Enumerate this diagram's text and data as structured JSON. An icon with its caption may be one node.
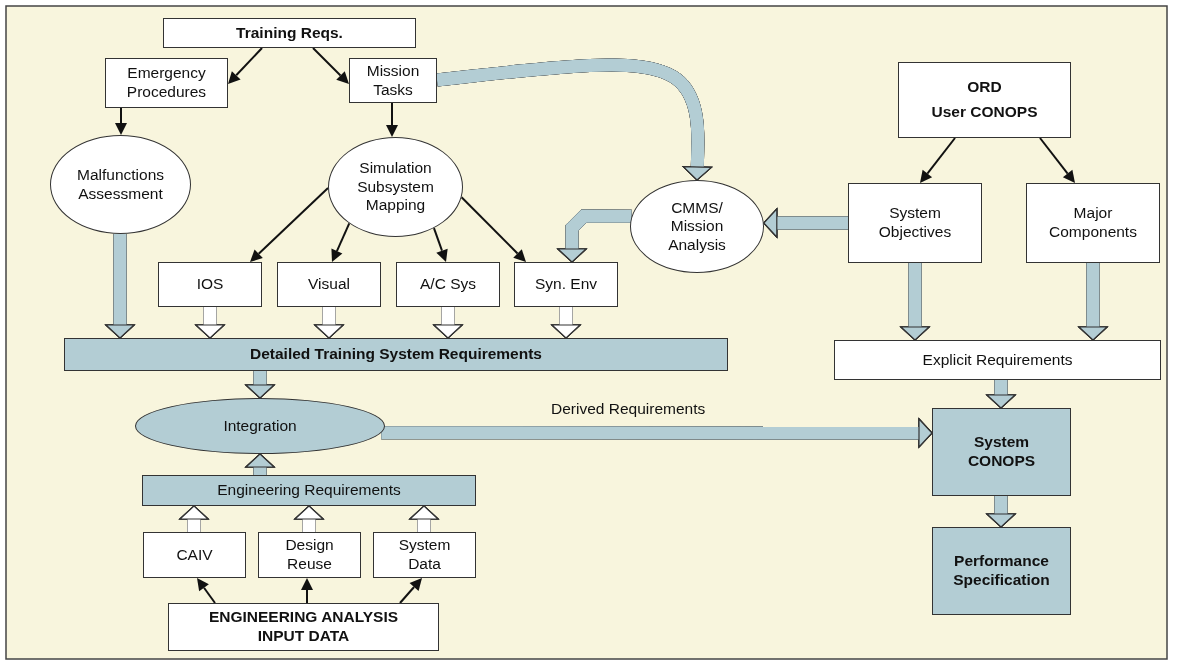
{
  "diagram": {
    "nodes": [
      {
        "text": [
          "Training Reqs."
        ]
      },
      {
        "text": [
          "Emergency Procedures"
        ]
      },
      {
        "text": [
          "Mission Tasks"
        ]
      },
      {
        "text": [
          "ORD",
          "User CONOPS"
        ]
      },
      {
        "text": [
          "Malfunctions Assessment"
        ]
      },
      {
        "text": [
          "Simulation Subsystem Mapping"
        ]
      },
      {
        "text": [
          "CMMS/ Mission Analysis"
        ]
      },
      {
        "text": [
          "System Objectives"
        ]
      },
      {
        "text": [
          "Major Components"
        ]
      },
      {
        "text": [
          "IOS"
        ]
      },
      {
        "text": [
          "Visual"
        ]
      },
      {
        "text": [
          "A/C Sys"
        ]
      },
      {
        "text": [
          "Syn. Env"
        ]
      },
      {
        "text": [
          "Detailed Training System Requirements"
        ]
      },
      {
        "text": [
          "Explicit Requirements"
        ]
      },
      {
        "text": [
          "Integration"
        ]
      },
      {
        "text": [
          "System CONOPS"
        ]
      },
      {
        "text": [
          "Engineering Requirements"
        ]
      },
      {
        "text": [
          "CAIV"
        ]
      },
      {
        "text": [
          "Design Reuse"
        ]
      },
      {
        "text": [
          "System Data"
        ]
      },
      {
        "text": [
          "ENGINEERING ANALYSIS INPUT DATA"
        ]
      },
      {
        "text": [
          "Performance Specification"
        ]
      }
    ],
    "edges": [
      {
        "from": 0,
        "to": 1,
        "arrow": "to"
      },
      {
        "from": 0,
        "to": 2,
        "arrow": "to"
      },
      {
        "from": 1,
        "to": 4,
        "arrow": "to"
      },
      {
        "from": 2,
        "to": 5,
        "arrow": "to"
      },
      {
        "from": 2,
        "to": 6,
        "arrow": "to",
        "color": "#b3cdd4"
      },
      {
        "from": 3,
        "to": 7,
        "arrow": "to"
      },
      {
        "from": 3,
        "to": 8,
        "arrow": "to"
      },
      {
        "from": 5,
        "to": 9,
        "arrow": "to"
      },
      {
        "from": 5,
        "to": 10,
        "arrow": "to"
      },
      {
        "from": 5,
        "to": 11,
        "arrow": "to"
      },
      {
        "from": 5,
        "to": 12,
        "arrow": "to"
      },
      {
        "from": 6,
        "to": 12,
        "arrow": "to",
        "color": "#b3cdd4"
      },
      {
        "from": 7,
        "to": 6,
        "arrow": "to",
        "color": "#b3cdd4"
      },
      {
        "from": 4,
        "to": 13,
        "arrow": "to",
        "color": "#b3cdd4"
      },
      {
        "from": 9,
        "to": 13,
        "arrow": "to",
        "color": "#ffffff"
      },
      {
        "from": 10,
        "to": 13,
        "arrow": "to",
        "color": "#ffffff"
      },
      {
        "from": 11,
        "to": 13,
        "arrow": "to",
        "color": "#ffffff"
      },
      {
        "from": 12,
        "to": 13,
        "arrow": "to",
        "color": "#ffffff"
      },
      {
        "from": 7,
        "to": 14,
        "arrow": "to",
        "color": "#b3cdd4"
      },
      {
        "from": 8,
        "to": 14,
        "arrow": "to",
        "color": "#b3cdd4"
      },
      {
        "from": 13,
        "to": 15,
        "arrow": "to",
        "color": "#b3cdd4"
      },
      {
        "from": 14,
        "to": 16,
        "arrow": "to",
        "color": "#b3cdd4"
      },
      {
        "from": 15,
        "to": 16,
        "arrow": "to",
        "label": "Derived Requirements",
        "color": "#b3cdd4"
      },
      {
        "from": 16,
        "to": 22,
        "arrow": "to",
        "color": "#b3cdd4"
      },
      {
        "from": 17,
        "to": 15,
        "arrow": "to",
        "color": "#b3cdd4"
      },
      {
        "from": 18,
        "to": 17,
        "arrow": "to",
        "color": "#ffffff"
      },
      {
        "from": 19,
        "to": 17,
        "arrow": "to",
        "color": "#ffffff"
      },
      {
        "from": 20,
        "to": 17,
        "arrow": "to",
        "color": "#ffffff"
      },
      {
        "from": 21,
        "to": 18,
        "arrow": "to"
      },
      {
        "from": 21,
        "to": 19,
        "arrow": "to"
      },
      {
        "from": 21,
        "to": 20,
        "arrow": "to"
      }
    ]
  }
}
